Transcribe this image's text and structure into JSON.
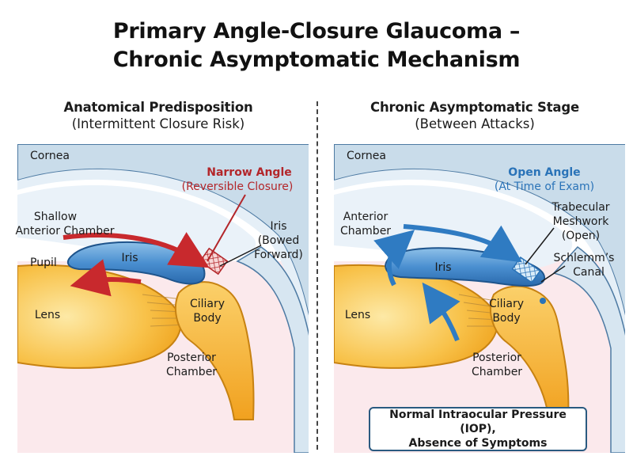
{
  "title": {
    "line1": "Primary Angle-Closure Glaucoma –",
    "line2": "Chronic Asymptomatic Mechanism"
  },
  "left_panel": {
    "heading": "Anatomical Predisposition",
    "subheading": "(Intermittent Closure Risk)",
    "labels": {
      "cornea": "Cornea",
      "narrow_angle": "Narrow Angle",
      "reversible_closure": "(Reversible Closure)",
      "shallow": "Shallow",
      "anterior_chamber": "Anterior Chamber",
      "iris_bowed_1": "Iris",
      "iris_bowed_2": "(Bowed",
      "iris_bowed_3": "Forward)",
      "pupil": "Pupil",
      "iris": "Iris",
      "lens": "Lens",
      "ciliary": "Ciliary",
      "body": "Body",
      "posterior": "Posterior",
      "chamber": "Chamber"
    }
  },
  "right_panel": {
    "heading": "Chronic Asymptomatic Stage",
    "subheading": "(Between Attacks)",
    "labels": {
      "cornea": "Cornea",
      "open_angle": "Open Angle",
      "at_time_of_exam": "(At Time of Exam)",
      "anterior": "Anterior",
      "chamber": "Chamber",
      "trabecular": "Trabecular",
      "meshwork": "Meshwork",
      "open": "(Open)",
      "schlemms": "Schlemm’s",
      "canal": "Canal",
      "iris": "Iris",
      "lens": "Lens",
      "ciliary": "Ciliary",
      "body": "Body",
      "posterior": "Posterior",
      "chamber2": "Chamber"
    },
    "box": {
      "line1": "Normal Intraocular Pressure (IOP),",
      "line2": "Absence of Symptoms"
    }
  },
  "colors": {
    "cornea_fill": "#c9dcea",
    "aqueous_fill": "#dbe9f3",
    "iris_fill": "#3a7fc1",
    "lens_fill": "#f6b733",
    "ciliary_fill": "#f4a824",
    "flow_red": "#c8292d",
    "flow_blue": "#2f7bc2",
    "label_red": "#b3262a",
    "label_blue": "#2a73b8"
  }
}
